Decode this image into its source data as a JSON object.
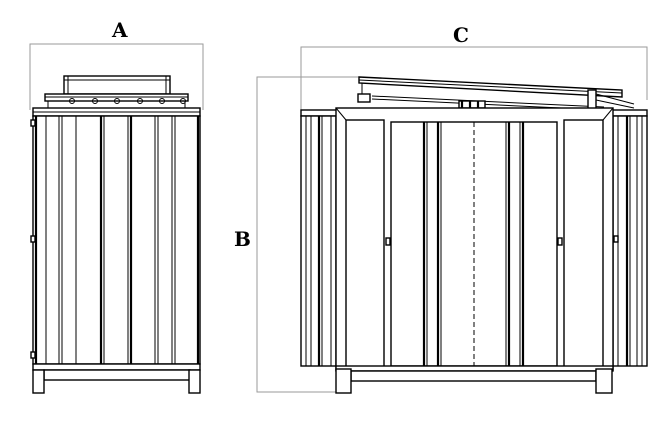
{
  "labels": {
    "a": "A",
    "b": "B",
    "c": "C"
  },
  "colors": {
    "ink": "#000000",
    "dimension_line": "#9a9a9a",
    "background": "#ffffff"
  }
}
